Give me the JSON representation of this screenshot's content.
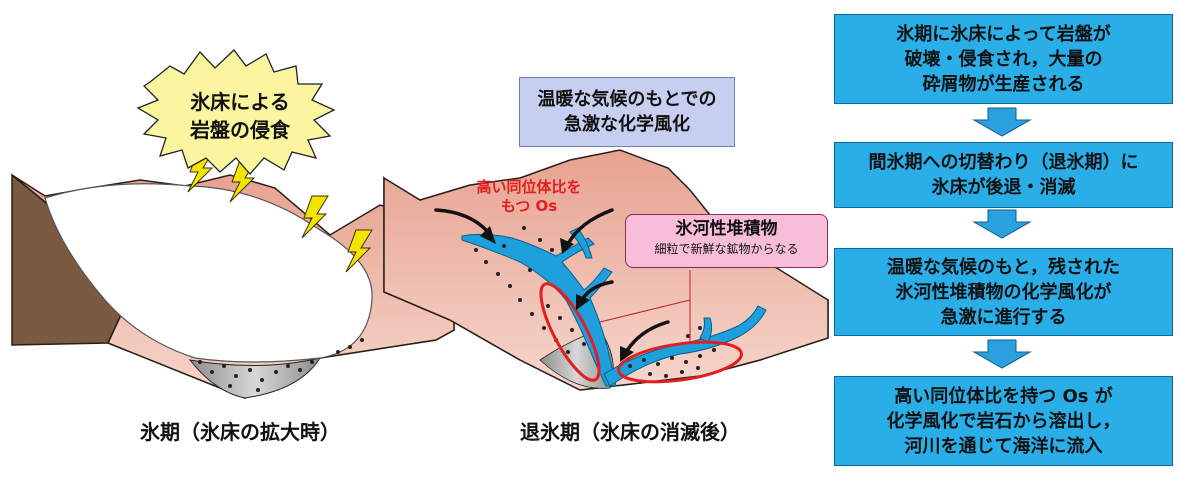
{
  "star_label": [
    "氷床による",
    "岩盤の侵食"
  ],
  "center_label": [
    "温暖な気候のもとでの",
    "急激な化学風化"
  ],
  "red_note": [
    "高い同位体比を",
    "もつ Os"
  ],
  "sediment": {
    "title": "氷河性堆積物",
    "subtitle": "細粒で新鮮な鉱物からなる"
  },
  "captions": {
    "left": "氷期（氷床の拡大時）",
    "middle": "退氷期（氷床の消滅後）"
  },
  "steps": [
    {
      "lines": [
        "氷期に氷床によって岩盤が",
        "破壊・侵食され，大量の",
        "砕屑物が生産される"
      ]
    },
    {
      "lines": [
        "間氷期への切替わり（退氷期）に",
        "氷床が後退・消滅"
      ]
    },
    {
      "lines": [
        "温暖な気候のもと，残された",
        "氷河性堆積物の化学風化が",
        "急激に進行する"
      ]
    },
    {
      "lines": [
        "高い同位体比を持つ Os が",
        "化学風化で岩石から溶出し，",
        "河川を通じて海洋に流入"
      ]
    }
  ],
  "colors": {
    "step_fill": "#29aee8",
    "arrow": "#2ba0df",
    "note_red": "#e02020",
    "center_fill": "#c7cff0",
    "callout_fill": "#f8bdd8"
  }
}
